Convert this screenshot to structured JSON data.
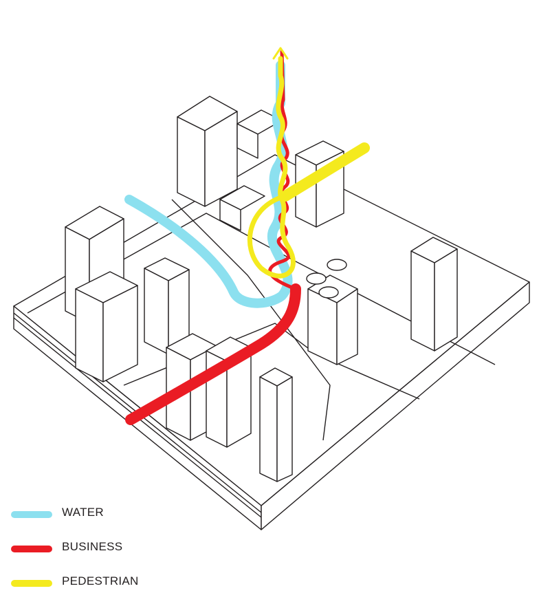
{
  "colors": {
    "water": "#8ce0ef",
    "business": "#ea1c24",
    "pedestrian": "#f4ea1e",
    "linework": "#231f20"
  },
  "legend": {
    "items": [
      {
        "key": "water",
        "label": "WATER",
        "color": "#8ce0ef"
      },
      {
        "key": "business",
        "label": "BUSINESS",
        "color": "#ea1c24"
      },
      {
        "key": "pedestrian",
        "label": "PEDESTRIAN",
        "color": "#f4ea1e"
      }
    ]
  }
}
